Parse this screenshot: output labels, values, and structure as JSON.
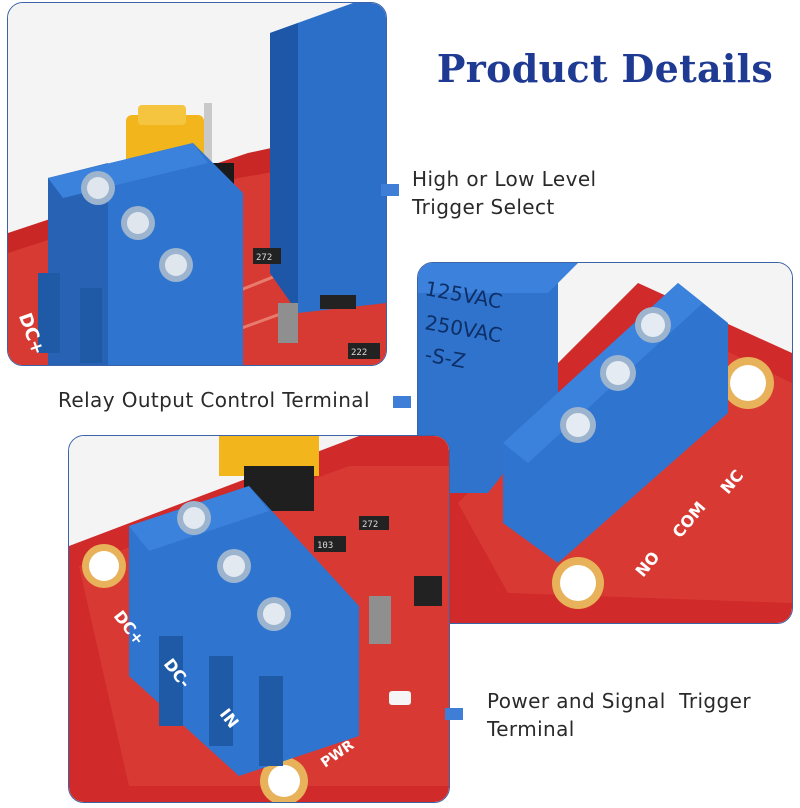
{
  "title": "Product Details",
  "callouts": {
    "trigger_select": {
      "line1": "High or Low Level",
      "line2": "Trigger Select"
    },
    "relay_output": "Relay Output Control Terminal",
    "power_signal": {
      "line1": "Power and Signal  Trigger",
      "line2": "Terminal"
    }
  },
  "board_labels": {
    "dc_plus": "DC+",
    "dc_minus": "DC-",
    "in": "IN",
    "pwr": "PWR",
    "no": "NO",
    "com": "COM",
    "nc": "NC",
    "relay_line1": "125VAC",
    "relay_line2": "250VAC",
    "relay_line3": "-S-Z",
    "resistor_a": "222",
    "resistor_b": "103",
    "resistor_c": "272"
  },
  "colors": {
    "accent": "#1f3a93",
    "marker": "#3f7ed6",
    "pcb_red": "#d42a2a",
    "terminal_blue": "#2f74cf",
    "jumper_yellow": "#f2b51c"
  }
}
